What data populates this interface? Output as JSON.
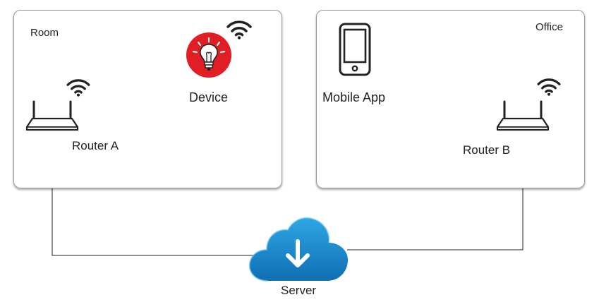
{
  "diagram": {
    "room": {
      "label": "Room"
    },
    "office": {
      "label": "Office"
    },
    "device": {
      "label": "Device",
      "icon": "lightbulb-icon",
      "color": "#e01e24"
    },
    "mobile_app": {
      "label": "Mobile App",
      "icon": "smartphone-icon"
    },
    "router_a": {
      "label": "Router A",
      "icon": "router-icon"
    },
    "router_b": {
      "label": "Router B",
      "icon": "router-icon"
    },
    "server": {
      "label": "Server",
      "icon": "cloud-download-icon",
      "color": "#1a86c8"
    },
    "wifi_icon": "wifi-icon"
  }
}
